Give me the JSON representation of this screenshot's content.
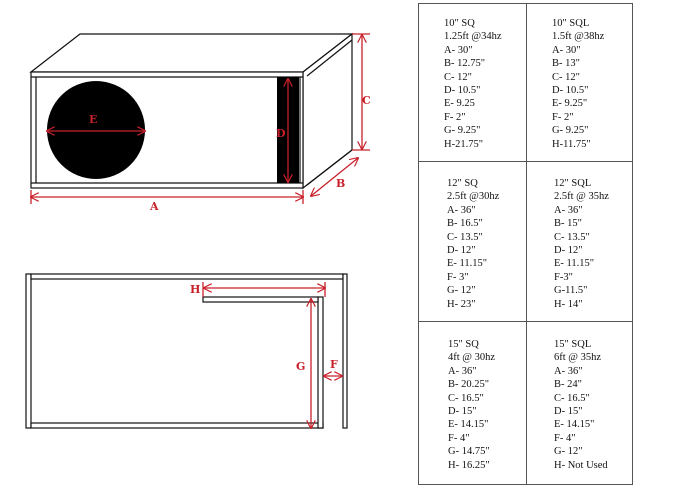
{
  "diagram_labels": {
    "A": "A",
    "B": "B",
    "C": "C",
    "D": "D",
    "E": "E",
    "F": "F",
    "G": "G",
    "H": "H"
  },
  "accent_color": "#c8202a",
  "table": [
    {
      "title": "10\" SQ",
      "volume": "1.25ft @34hz",
      "dims": [
        "A- 30\"",
        "B- 12.75\"",
        "C- 12\"",
        "D- 10.5\"",
        "E- 9.25",
        "F- 2\"",
        "G- 9.25\"",
        "H-21.75\""
      ]
    },
    {
      "title": "10\" SQL",
      "volume": "1.5ft @38hz",
      "dims": [
        "A- 30\"",
        "B- 13\"",
        "C- 12\"",
        "D- 10.5\"",
        "E- 9.25\"",
        "F- 2\"",
        "G- 9.25\"",
        "H-11.75\""
      ]
    },
    {
      "title": "12\" SQ",
      "volume": "2.5ft @30hz",
      "dims": [
        "A- 36\"",
        "B- 16.5\"",
        "C- 13.5\"",
        "D- 12\"",
        "E- 11.15\"",
        "F- 3\"",
        "G- 12\"",
        "H- 23\""
      ]
    },
    {
      "title": "12\" SQL",
      "volume": "2.5ft @ 35hz",
      "dims": [
        "A- 36\"",
        "B- 15\"",
        "C- 13.5\"",
        "D- 12\"",
        "E- 11.15\"",
        "F-3\"",
        "G-11.5\"",
        "H- 14\""
      ]
    },
    {
      "title": "15\" SQ",
      "volume": "4ft @ 30hz",
      "dims": [
        "A- 36\"",
        "B- 20.25\"",
        "C- 16.5\"",
        "D- 15\"",
        "E- 14.15\"",
        "F- 4\"",
        "G- 14.75\"",
        "H- 16.25\""
      ]
    },
    {
      "title": "15\" SQL",
      "volume": "6ft @ 35hz",
      "dims": [
        "A- 36\"",
        "B- 24\"",
        "C- 16.5\"",
        "D- 15\"",
        "E- 14.15\"",
        "F- 4\"",
        "G- 12\"",
        "H- Not Used"
      ]
    }
  ]
}
